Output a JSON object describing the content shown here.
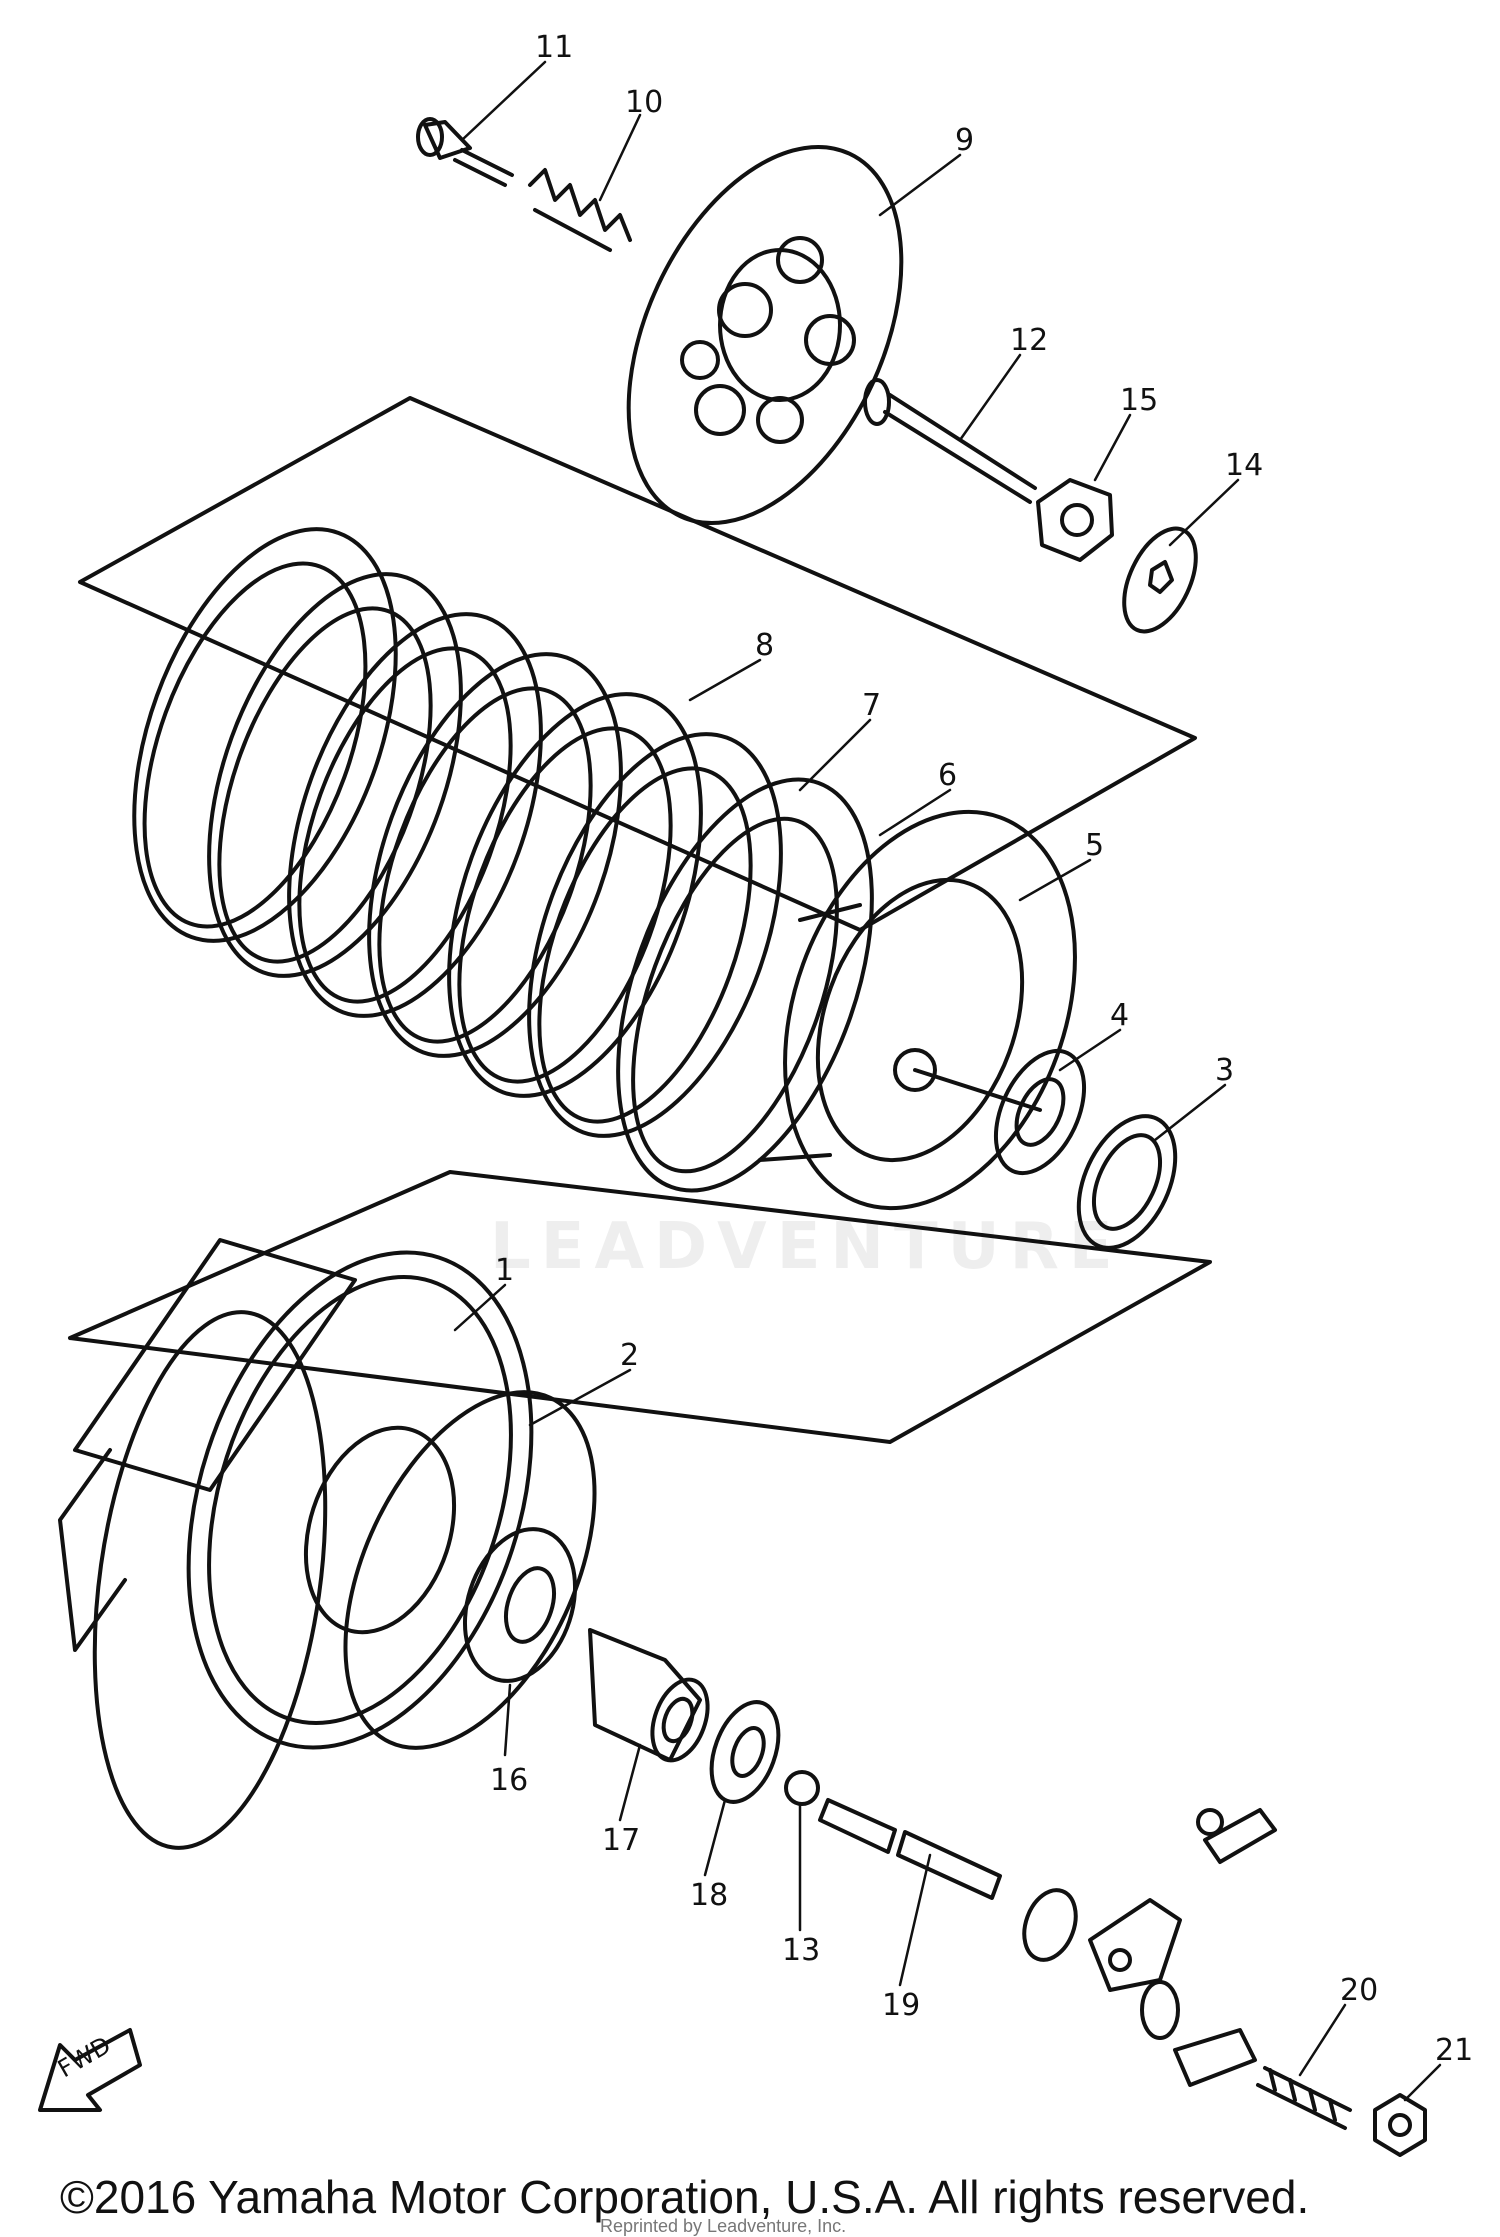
{
  "diagram": {
    "callouts": [
      "1",
      "2",
      "3",
      "4",
      "5",
      "6",
      "7",
      "8",
      "9",
      "10",
      "11",
      "12",
      "13",
      "14",
      "15",
      "16",
      "17",
      "18",
      "19",
      "20",
      "21"
    ],
    "fwd_label": "FWD"
  },
  "watermark": "LEADVENTURE",
  "footer": {
    "copyright": "©2016 Yamaha Motor Corporation, U.S.A. All rights reserved.",
    "reprint": "Reprinted by Leadventure, Inc."
  },
  "colors": {
    "line": "#111111",
    "background": "#ffffff"
  }
}
